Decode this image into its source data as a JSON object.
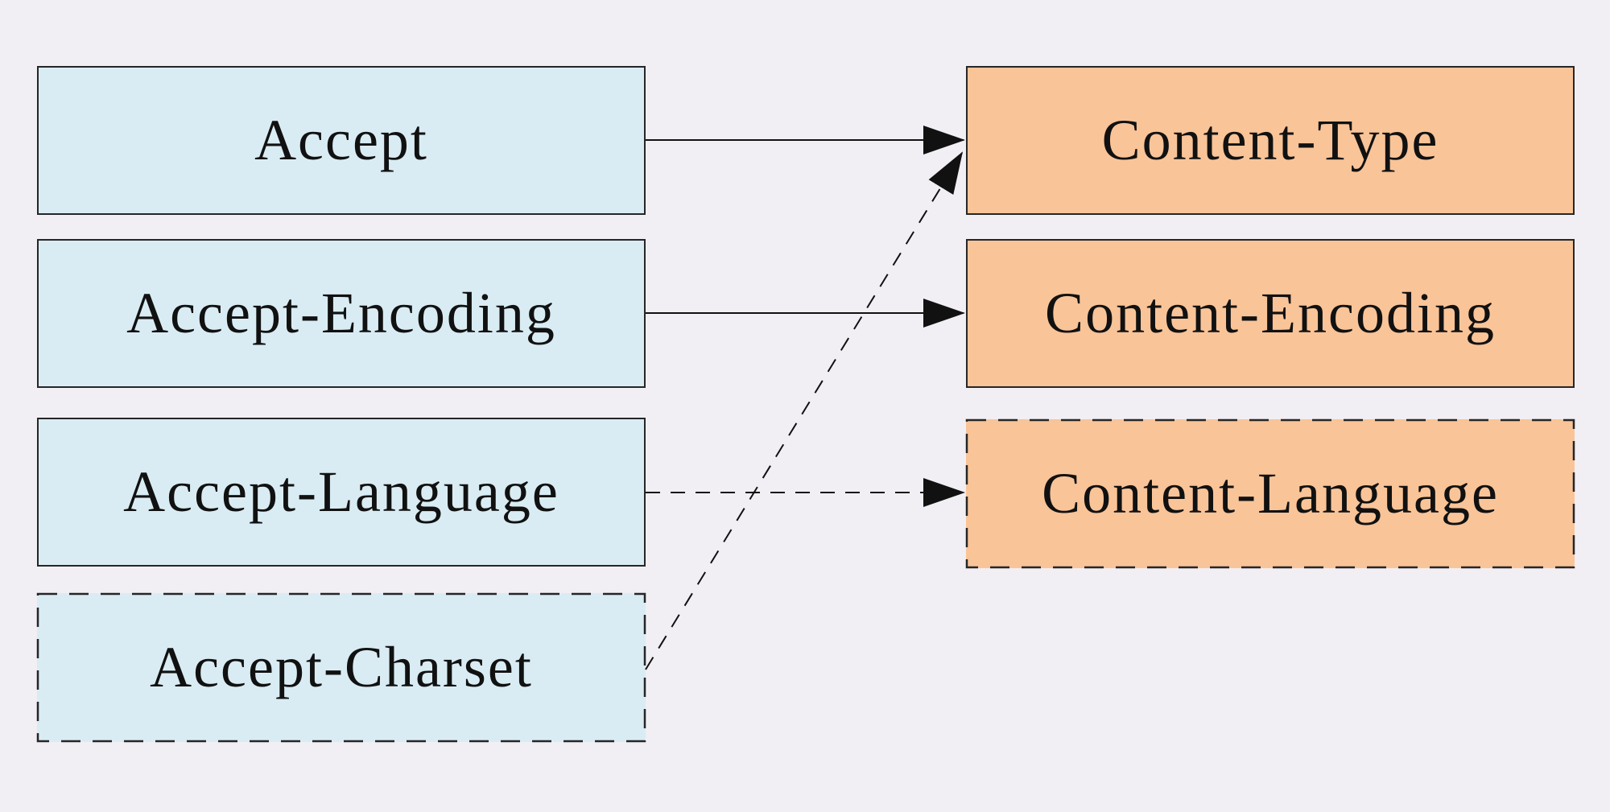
{
  "diagram": {
    "type": "header-mapping",
    "request_headers": [
      {
        "label": "Accept",
        "border": "solid"
      },
      {
        "label": "Accept-Encoding",
        "border": "solid"
      },
      {
        "label": "Accept-Language",
        "border": "solid"
      },
      {
        "label": "Accept-Charset",
        "border": "dashed"
      }
    ],
    "response_headers": [
      {
        "label": "Content-Type",
        "border": "solid"
      },
      {
        "label": "Content-Encoding",
        "border": "solid"
      },
      {
        "label": "Content-Language",
        "border": "dashed"
      }
    ],
    "edges": [
      {
        "from": "Accept",
        "to": "Content-Type",
        "line": "solid"
      },
      {
        "from": "Accept-Encoding",
        "to": "Content-Encoding",
        "line": "solid"
      },
      {
        "from": "Accept-Language",
        "to": "Content-Language",
        "line": "dashed"
      },
      {
        "from": "Accept-Charset",
        "to": "Content-Type",
        "line": "dashed"
      }
    ],
    "colors": {
      "background": "#f1eff4",
      "request_fill": "#d9ecf3",
      "response_fill": "#f9c498",
      "outline": "#262626",
      "arrow": "#111111"
    }
  }
}
